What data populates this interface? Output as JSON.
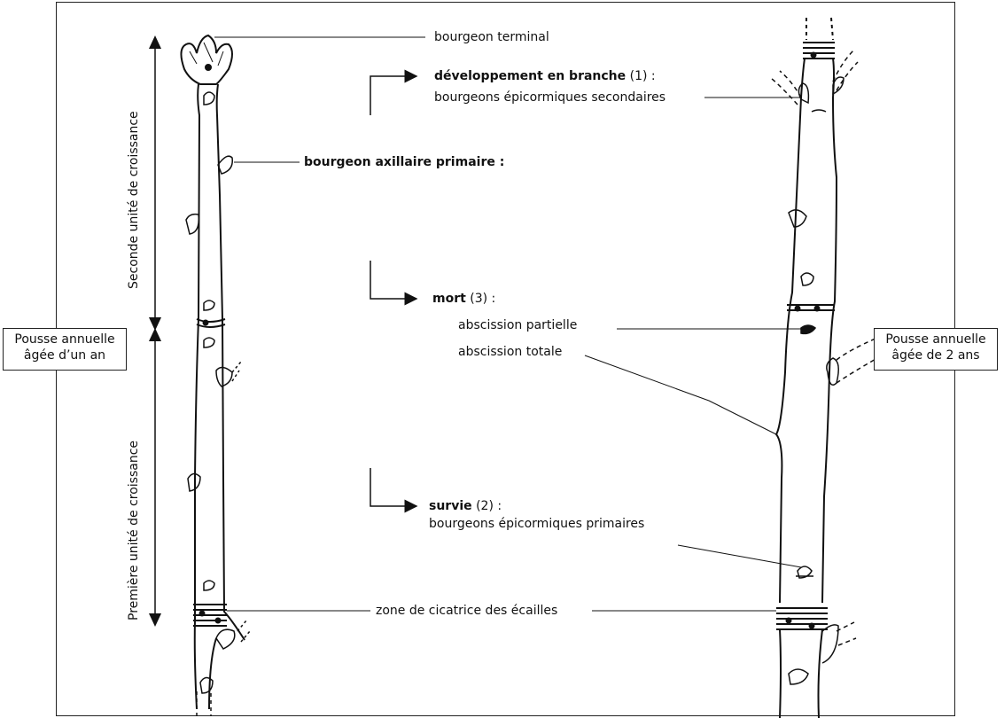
{
  "labels": {
    "terminal_bud": "bourgeon terminal",
    "branch_dev_bold": "développement en branche",
    "branch_dev_num": " (1) :",
    "secondary_epicormic": "bourgeons épicormiques secondaires",
    "axillary_bud": "bourgeon axillaire primaire :",
    "death_bold": "mort",
    "death_num": " (3) :",
    "partial_abscission": "abscission partielle",
    "total_abscission": "abscission totale",
    "survival_bold": "survie",
    "survival_num": " (2) :",
    "primary_epicormic": "bourgeons épicormiques primaires",
    "scale_scar_zone": "zone de cicatrice des écailles",
    "second_growth_unit": "Seconde unité de croissance",
    "first_growth_unit": "Première unité de croissance"
  },
  "boxes": {
    "left_line1": "Pousse annuelle",
    "left_line2": "âgée d’un an",
    "right_line1": "Pousse annuelle",
    "right_line2": "âgée de 2 ans"
  }
}
